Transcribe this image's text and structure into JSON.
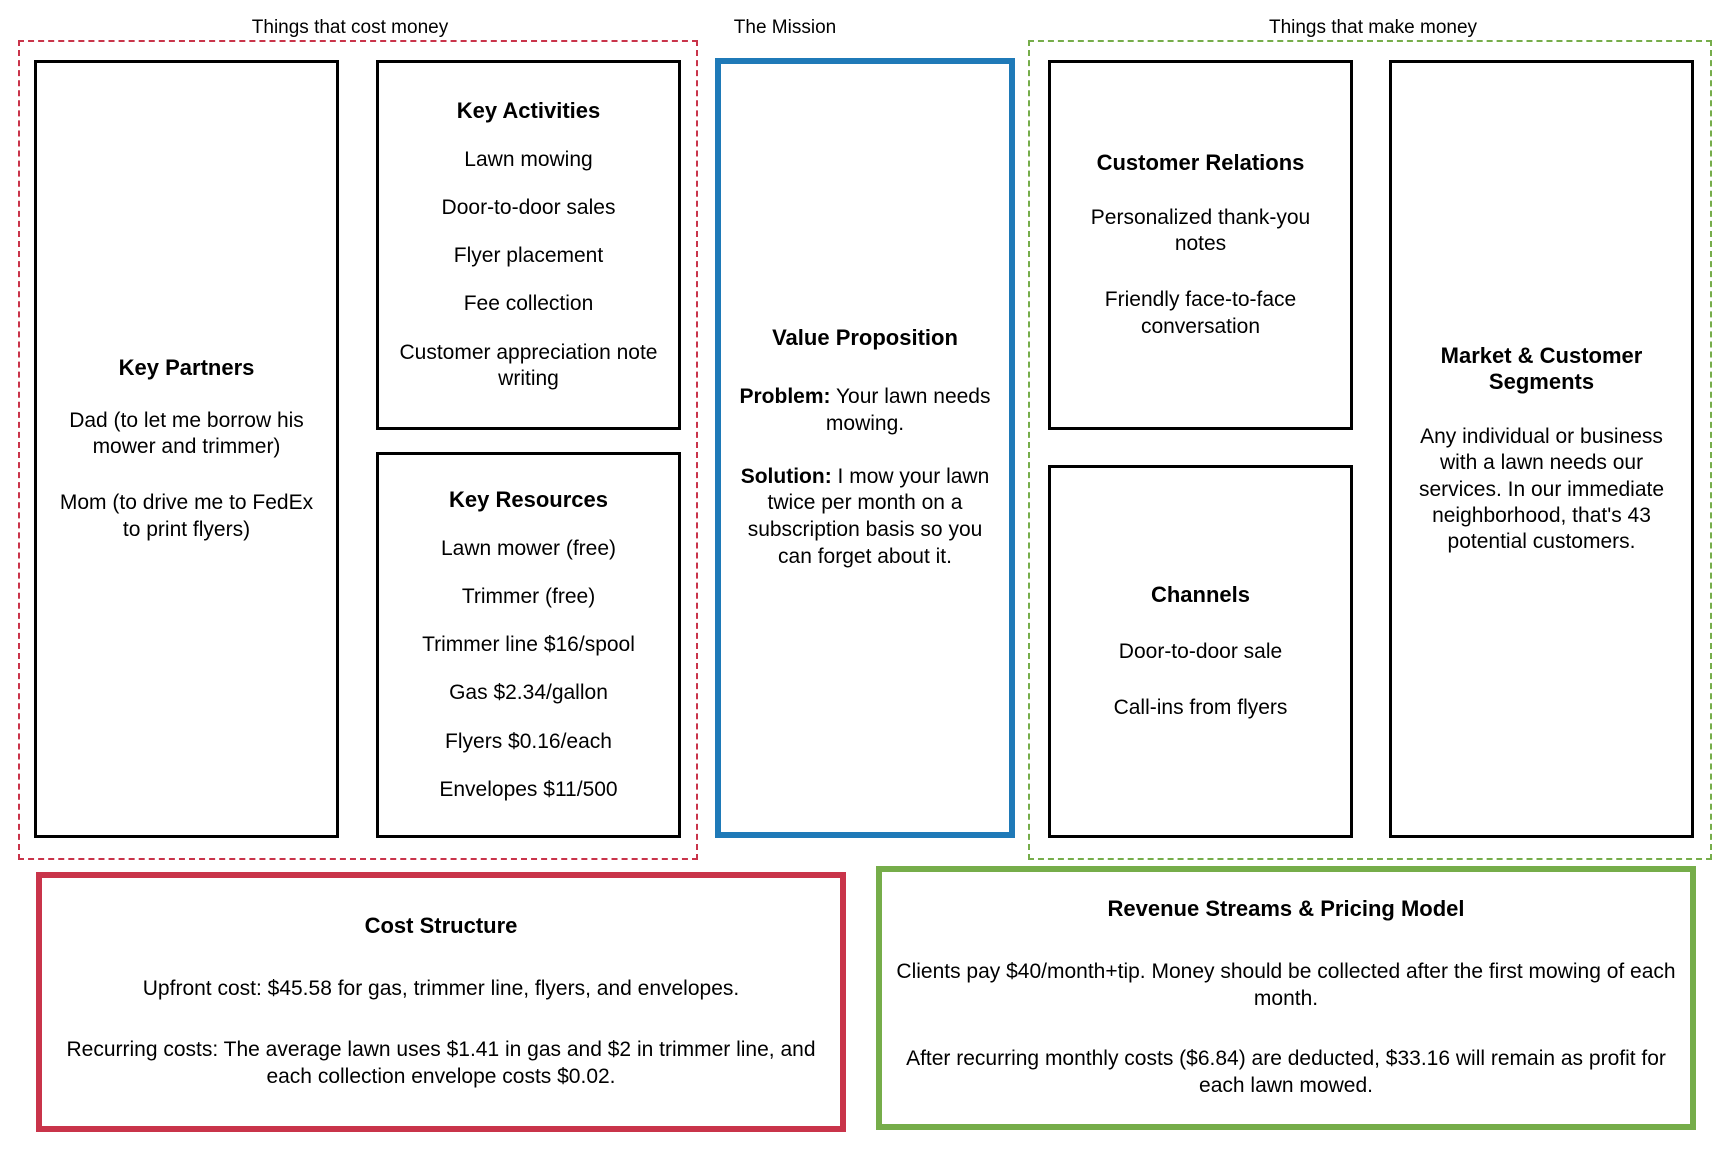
{
  "zones": {
    "cost": {
      "label": "Things that cost money",
      "color": "#c9344a"
    },
    "mission": {
      "label": "The Mission",
      "color": "#1f7ab8"
    },
    "make": {
      "label": "Things that make money",
      "color": "#76ad4a"
    }
  },
  "key_partners": {
    "title": "Key Partners",
    "lines": [
      "Dad (to let me borrow his mower and trimmer)",
      "Mom (to drive me to FedEx to print flyers)"
    ]
  },
  "key_activities": {
    "title": "Key Activities",
    "lines": [
      "Lawn mowing",
      "Door-to-door sales",
      "Flyer placement",
      "Fee collection",
      "Customer appreciation note writing"
    ]
  },
  "key_resources": {
    "title": "Key Resources",
    "lines": [
      "Lawn mower (free)",
      "Trimmer (free)",
      "Trimmer line $16/spool",
      "Gas $2.34/gallon",
      "Flyers $0.16/each",
      "Envelopes $11/500"
    ]
  },
  "value_proposition": {
    "title": "Value Proposition",
    "problem_label": "Problem:",
    "problem_text": " Your lawn needs mowing.",
    "solution_label": "Solution:",
    "solution_text": " I mow your lawn twice per month on a subscription basis so you can forget about it."
  },
  "customer_relations": {
    "title": "Customer Relations",
    "lines": [
      "Personalized thank-you notes",
      "Friendly face-to-face conversation"
    ]
  },
  "channels": {
    "title": "Channels",
    "lines": [
      "Door-to-door sale",
      "Call-ins from flyers"
    ]
  },
  "market_segments": {
    "title": "Market & Customer Segments",
    "lines": [
      "Any individual or business with a lawn needs our services. In our immediate neighborhood, that's 43 potential customers."
    ]
  },
  "cost_structure": {
    "title": "Cost Structure",
    "paragraphs": [
      "Upfront cost: $45.58 for gas, trimmer line, flyers, and envelopes.",
      "Recurring costs: The average lawn uses $1.41 in gas and $2 in trimmer line, and each collection envelope costs $0.02."
    ]
  },
  "revenue_streams": {
    "title": "Revenue Streams & Pricing Model",
    "paragraphs": [
      "Clients pay $40/month+tip. Money should be collected after the first mowing of each month.",
      "After recurring monthly costs ($6.84) are deducted, $33.16 will remain as profit for each lawn mowed."
    ]
  }
}
